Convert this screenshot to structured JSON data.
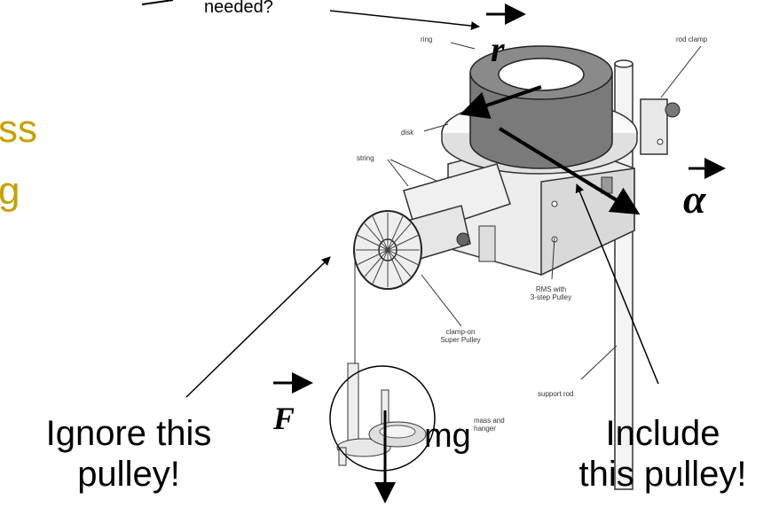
{
  "fragments": {
    "needed": "needed?",
    "ss": "ss",
    "g": "g"
  },
  "vectors": {
    "r": "r",
    "alpha": "α",
    "F": "F"
  },
  "labels": {
    "mg": "mg",
    "ignore_line1": "Ignore this",
    "ignore_line2": "pulley!",
    "include_line1": "Include",
    "include_line2": "this pulley!"
  },
  "apparatus_labels": {
    "ring": "ring",
    "rod_clamp": "rod clamp",
    "disk": "disk",
    "string": "string",
    "rms_line1": "RMS with",
    "rms_line2": "3-step Pulley",
    "super_line1": "clamp-on",
    "super_line2": "Super Pulley",
    "support_rod": "support rod",
    "mass_line1": "mass and",
    "mass_line2": "hanger"
  }
}
